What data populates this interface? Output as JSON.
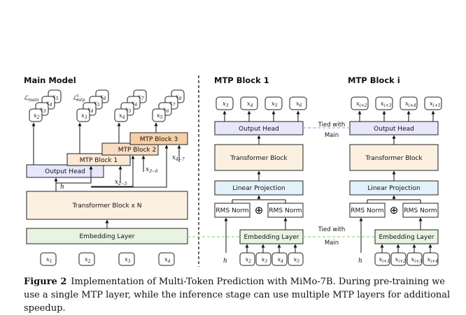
{
  "sections": {
    "main_model": "Main Model",
    "mtp_block_1": "MTP Block 1",
    "mtp_block_i": "MTP Block i"
  },
  "main": {
    "loss_main": "ℒ",
    "loss_main_sub": "main",
    "loss_mtp": "ℒ",
    "loss_mtp_sub": "mtp",
    "loss_mtp_sup": "i",
    "output_head": "Output Head",
    "transformer": "Transformer Block x N",
    "embedding": "Embedding Layer",
    "h": "h",
    "mtp_block_1": "MTP Block 1",
    "mtp_block_2": "MTP Block 2",
    "mtp_block_3": "MTP Block 3",
    "range_2_5": "x",
    "range_2_5_sub": "2∼5",
    "range_3_6": "x",
    "range_3_6_sub": "3∼6",
    "range_4_7": "x",
    "range_4_7_sub": "4∼7",
    "inputs": [
      "x",
      "x",
      "x",
      "x"
    ],
    "inputs_sub": [
      "1",
      "2",
      "3",
      "4"
    ],
    "stack_main": [
      "x",
      "x",
      "x",
      "x"
    ],
    "stack_main_sub": [
      "2",
      "3",
      "4",
      "5"
    ],
    "stack_mtp": [
      "x",
      "x",
      "x",
      "x"
    ],
    "stack_mtp_sub": [
      "3",
      "4",
      "5",
      "6"
    ],
    "stack_b": [
      "x",
      "x",
      "x",
      "x"
    ],
    "stack_b_sub": [
      "4",
      "5",
      "6",
      "7"
    ],
    "stack_c": [
      "x",
      "x",
      "x",
      "x"
    ],
    "stack_c_sub": [
      "5",
      "6",
      "7",
      "8"
    ]
  },
  "mtp1": {
    "outputs": [
      "x",
      "x",
      "x",
      "x"
    ],
    "outputs_sub": [
      "3",
      "4",
      "5",
      "6"
    ],
    "output_head": "Output Head",
    "transformer": "Transformer Block",
    "linear": "Linear Projection",
    "rms1": "RMS Norm",
    "rms2": "RMS Norm",
    "plus": "⊕",
    "embedding": "Embedding Layer",
    "h": "h",
    "inputs": [
      "x",
      "x",
      "x",
      "x"
    ],
    "inputs_sub": [
      "2",
      "3",
      "4",
      "5"
    ]
  },
  "mtpi": {
    "outputs": [
      "x",
      "x",
      "x",
      "x"
    ],
    "outputs_sub": [
      "i+2",
      "i+3",
      "i+4",
      "i+5"
    ],
    "output_head": "Output Head",
    "transformer": "Transformer Block",
    "linear": "Linear Projection",
    "rms1": "RMS Norm",
    "rms2": "RMS Norm",
    "plus": "⊕",
    "embedding": "Embedding Layer",
    "h": "h",
    "inputs": [
      "x",
      "x",
      "x",
      "x"
    ],
    "inputs_sub": [
      "i+1",
      "i+2",
      "i+3",
      "i+4"
    ]
  },
  "tied_top": [
    "Tied with",
    "Main"
  ],
  "tied_bottom": [
    "Tied with",
    "Main"
  ],
  "caption": {
    "label": "Figure 2",
    "text": "Implementation of Multi-Token Prediction with MiMo-7B. During pre-training we use a single MTP layer, while the inference stage can use multiple MTP layers for additional speedup."
  },
  "colors": {
    "output_head": "#e6e7fb",
    "transformer": "#fcf0e1",
    "embedding": "#e8f3e2",
    "linear": "#e3f1fa",
    "white": "#ffffff",
    "mtp1": "#fbe8d6",
    "mtp2": "#f9dcc3",
    "mtp3": "#f6cfa8",
    "tied_line_top": "#b7a3e3",
    "tied_line_bottom": "#9fd18e"
  }
}
